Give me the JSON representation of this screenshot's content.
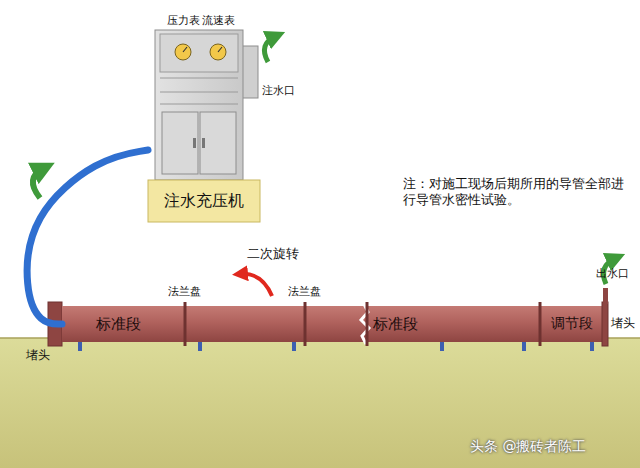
{
  "diagram": {
    "nodes": [
      {
        "text": [
          "注水充压机"
        ]
      },
      {
        "text": [
          "标准段"
        ]
      },
      {
        "text": [
          "标准段"
        ]
      },
      {
        "text": [
          "调节段"
        ]
      }
    ],
    "edges": [
      {
        "from": 0,
        "to": 1,
        "arrow": "none"
      }
    ],
    "labels": [
      "压力表",
      "流速表",
      "注水口",
      "二次旋转",
      "法兰盘",
      "法兰盘",
      "出水口",
      "堵头",
      "堵头",
      "注：对施工现场后期所用的导管全部进行导管水密性试验。",
      "头条 @搬砖者陈工"
    ]
  }
}
